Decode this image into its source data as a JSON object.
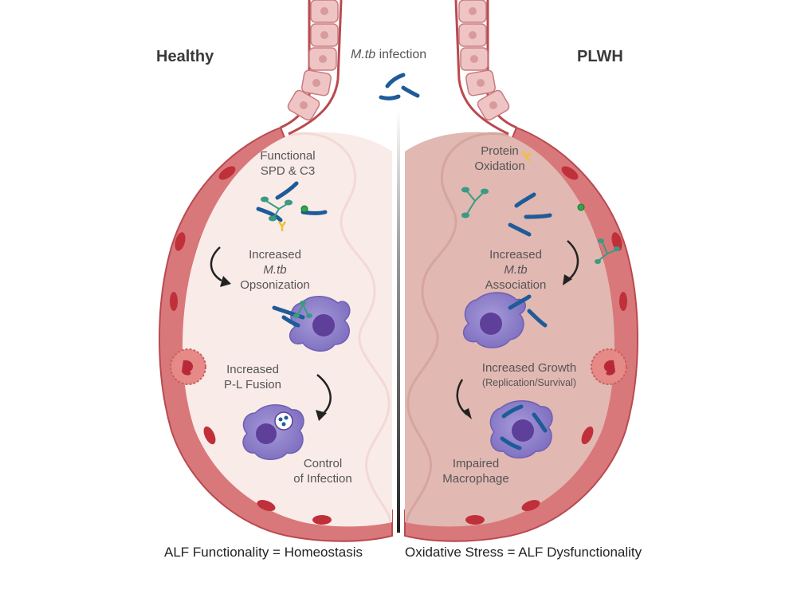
{
  "left": {
    "title": "Healthy",
    "surfactant_label": [
      "Functional",
      "SPD & C3"
    ],
    "opsonization_label": {
      "line1": "Increased",
      "line2": "M.tb",
      "line3": "Opsonization"
    },
    "fusion_label": [
      "Increased",
      "P-L Fusion"
    ],
    "control_label": [
      "Control",
      "of Infection"
    ],
    "caption": "ALF Functionality = Homeostasis"
  },
  "right": {
    "title": "PLWH",
    "oxidation_label": [
      "Protein",
      "Oxidation"
    ],
    "association_label": {
      "line1": "Increased",
      "line2": "M.tb",
      "line3": "Association"
    },
    "growth_label": {
      "line1": "Increased Growth",
      "line2": "(Replication/Survival)"
    },
    "impaired_label": [
      "Impaired",
      "Macrophage"
    ],
    "caption": "Oxidative Stress = ALF Dysfunctionality"
  },
  "infection": {
    "organism": "M.tb",
    "text": "infection"
  },
  "colors": {
    "healthy_fluid": "#f9ebe8",
    "plwh_fluid": "#e1b8b2",
    "wall": "#d9787a",
    "wall_edge": "#b94a50",
    "bacteria": "#1e5b99",
    "macrophage": "#8e7fc9",
    "nucleus": "#5e3f99",
    "sp_d": "#3a9b82",
    "c3": "#f0c135",
    "neutral_green": "#2fa84a"
  }
}
